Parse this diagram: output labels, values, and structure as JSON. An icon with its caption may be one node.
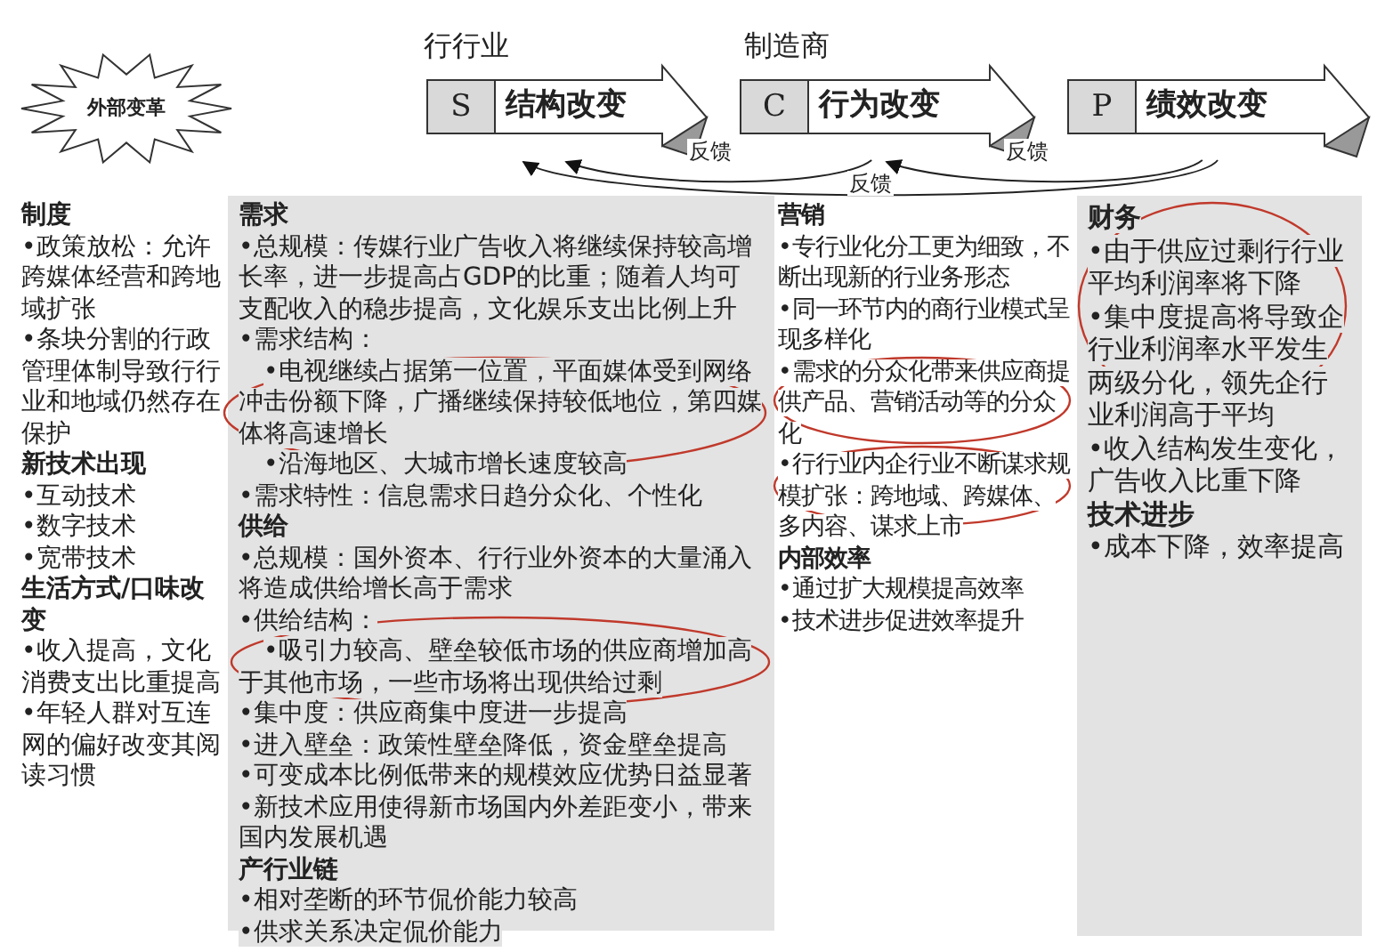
{
  "diagram": {
    "nodes": [
      {
        "text": [
          "外部变革"
        ]
      },
      {
        "text": [
          "S",
          "结构改变"
        ],
        "beside": [
          "行行业"
        ]
      },
      {
        "text": [
          "C",
          "行为改变"
        ],
        "beside": [
          "制造商"
        ]
      },
      {
        "text": [
          "P",
          "绩效改变"
        ]
      },
      {
        "text": [
          "需求",
          "•总规模：传媒行业广告收入将继续保持较高增长率，进一步提高占GDP的比重；随着人均可支配收入的稳步提高，文化娱乐支出比例上升",
          "•需求结构：",
          "•电视继续占据第一位置，平面媒体受到网络冲击份额下降，广播继续保持较低地位，第四媒体将高速增长",
          "•沿海地区、大城市增长速度较高",
          "•需求特性：信息需求日趋分众化、个性化",
          "供给",
          "•总规模：国外资本、行行业外资本的大量涌入将造成供给增长高于需求",
          "•供给结构：",
          "•吸引力较高、壁垒较低市场的供应商增加高于其他市场，一些市场将出现供给过剩",
          "•集中度：供应商集中度进一步提高",
          "•进入壁垒：政策性壁垒降低，资金壁垒提高",
          "•可变成本比例低带来的规模效应优势日益显著",
          "•新技术应用使得新市场国内外差距变小，带来国内发展机遇",
          "产行业链",
          "•相对垄断的环节侃价能力较高",
          "•供求关系决定侃价能力"
        ]
      },
      {
        "text": [
          "财务",
          "•由于供应过剩行行业平均利润率将下降",
          "•集中度提高将导致企行业利润率水平发生两级分化，领先企行业利润高于平均",
          "•收入结构发生变化，广告收入比重下降",
          "技术进步",
          "•成本下降，效率提高"
        ]
      }
    ],
    "edges": [
      {
        "from": 2,
        "to": 1,
        "arrow": "to",
        "label": "反馈"
      },
      {
        "from": 3,
        "to": 2,
        "arrow": "to",
        "label": "反馈"
      },
      {
        "from": 3,
        "to": 1,
        "arrow": "to",
        "label": "反馈"
      }
    ],
    "labels": [
      "制度",
      "•政策放松：允许跨媒体经营和跨地域扩张",
      "•条块分割的行政管理体制导致行行业和地域仍然存在保护",
      "新技术出现",
      "•互动技术",
      "•数字技术",
      "•宽带技术",
      "生活方式/口味改变",
      "•收入提高，文化消费支出比重提高",
      "•年轻人群对互连网的偏好改变其阅读习惯",
      "营销",
      "•专行业化分工更为细致，不断出现新的行业务形态",
      "•同一环节内的商行业模式呈现多样化",
      "•需求的分众化带来供应商提供产品、营销活动等的分众化",
      "•行行业内企行业不断谋求规模扩张：跨地域、跨媒体、多内容、谋求上市",
      "内部效率",
      "•通过扩大规模提高效率",
      "•技术进步促进效率提升"
    ]
  }
}
